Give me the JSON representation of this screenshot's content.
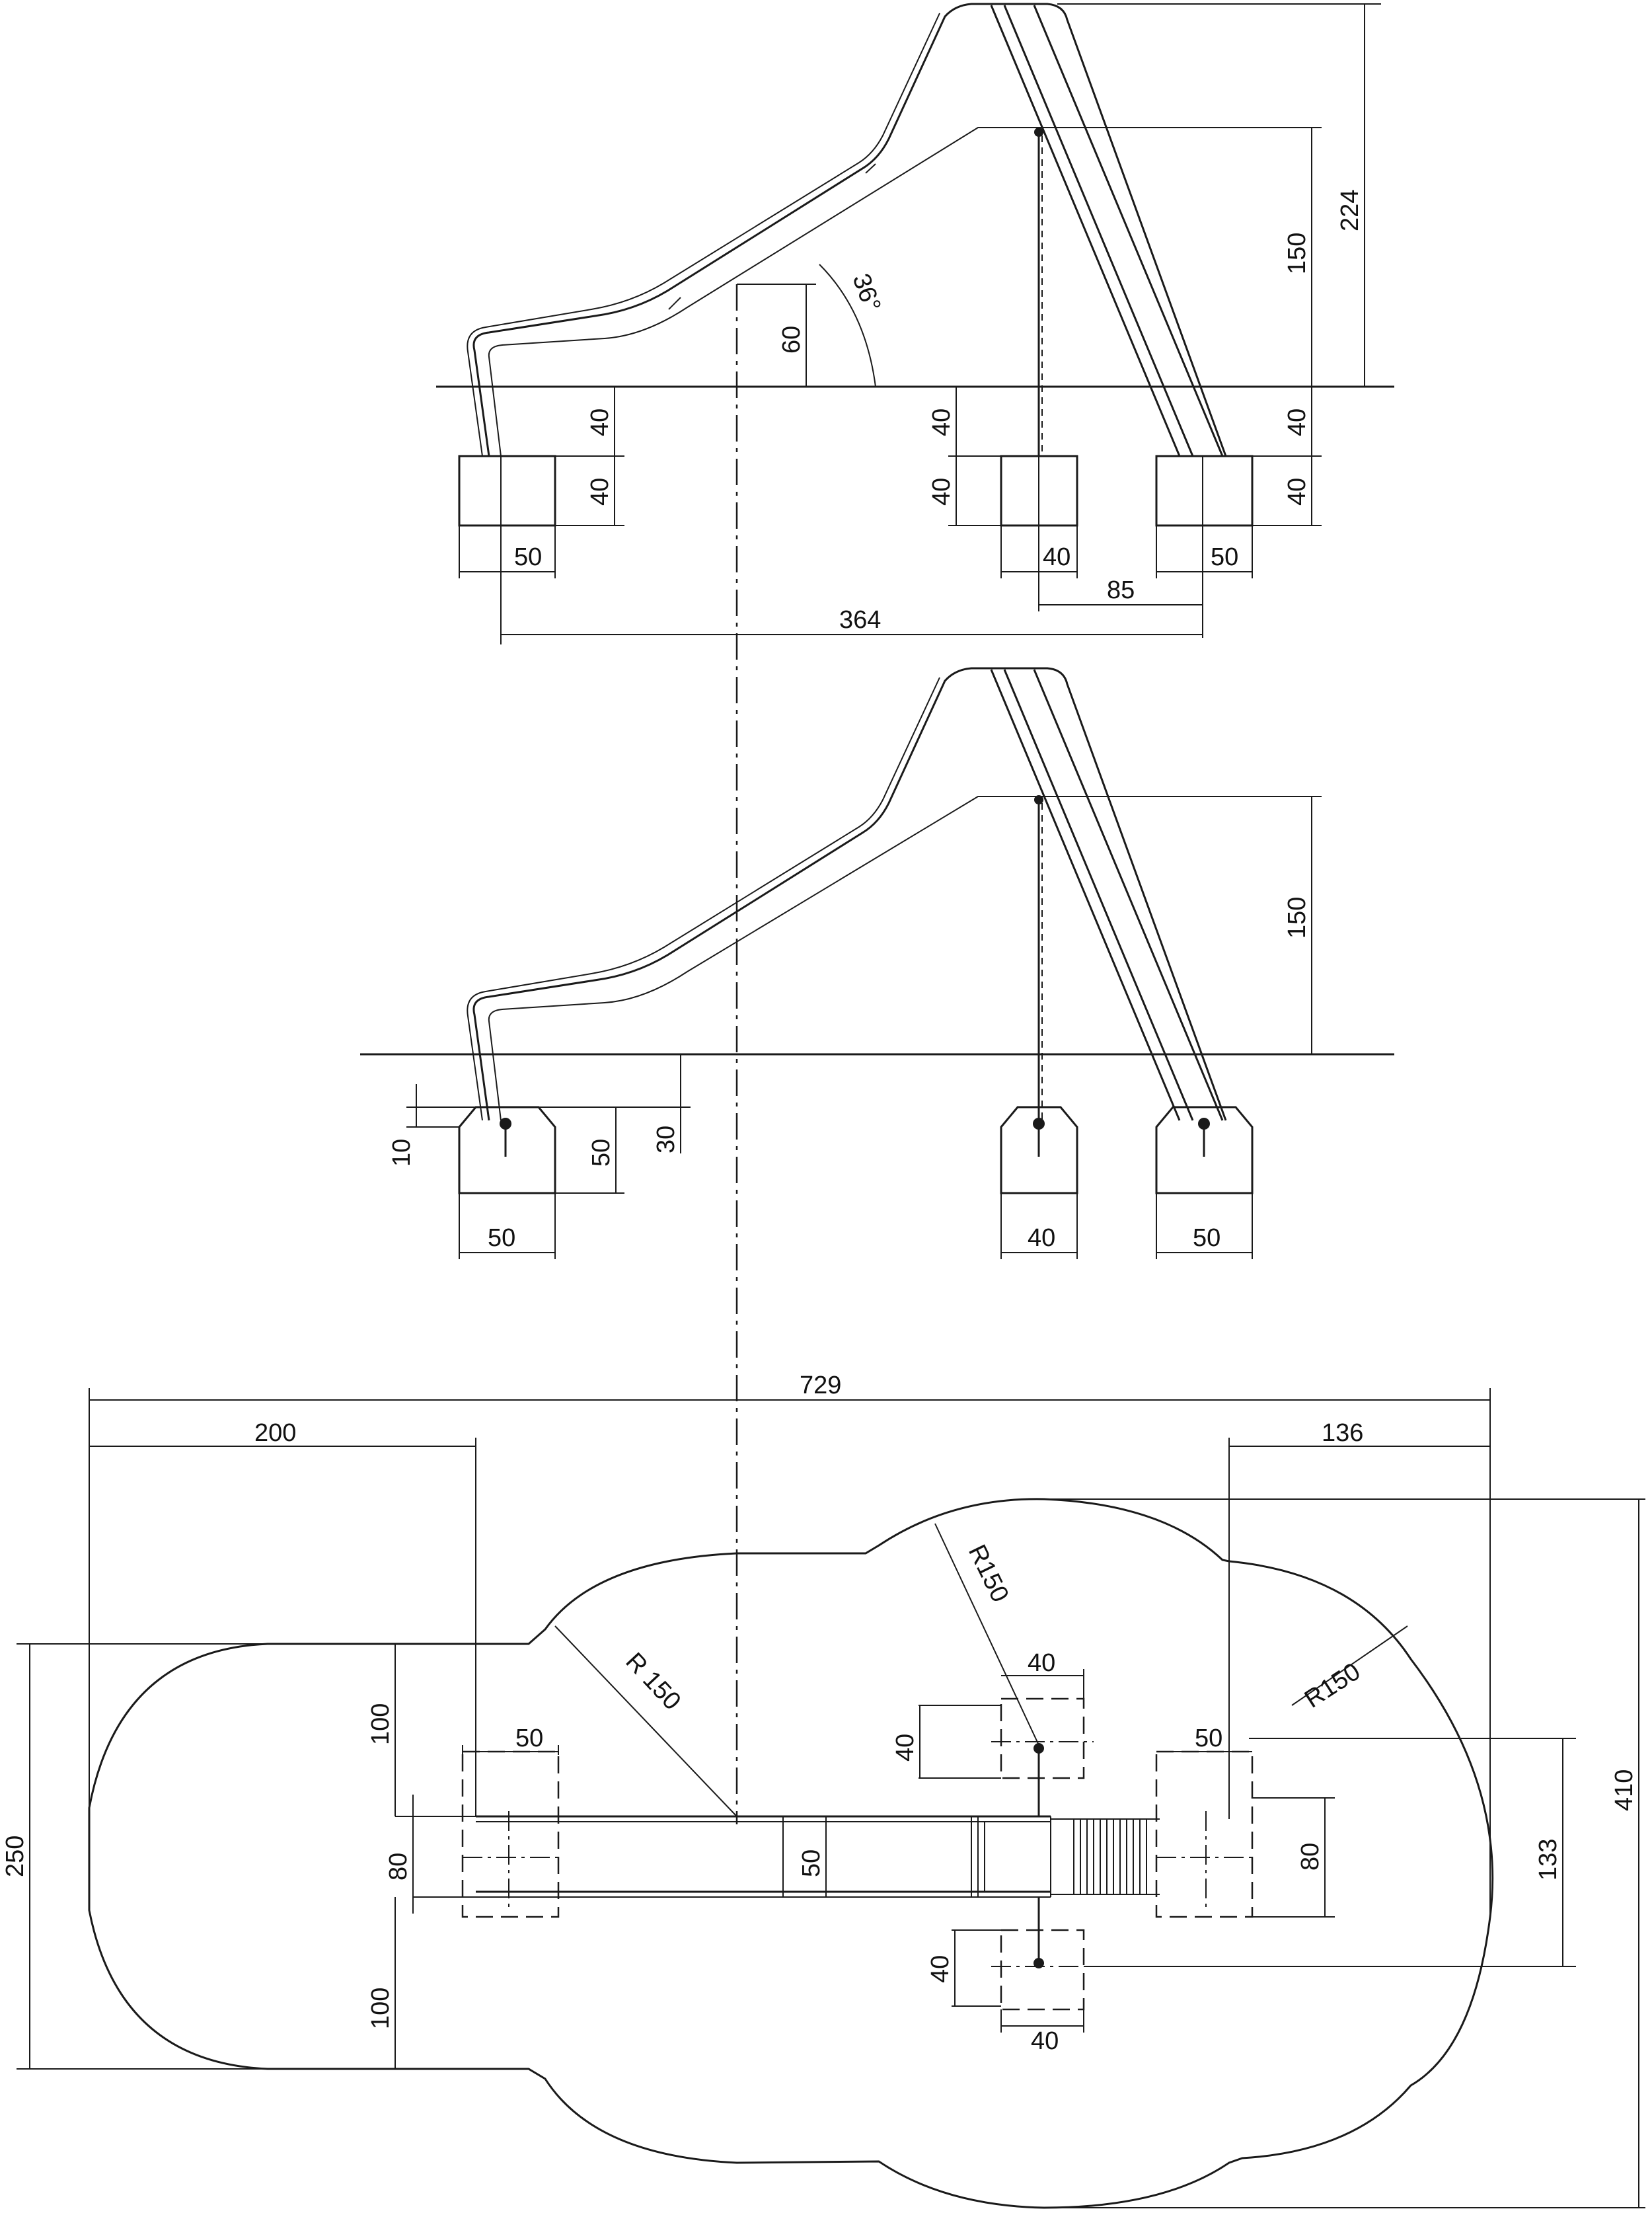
{
  "side_view_top": {
    "dims": {
      "overall_height": "224",
      "platform_height": "150",
      "ground_to_top_right": "40",
      "angle": "36°",
      "height_60": "60",
      "found_left_a": "40",
      "found_left_b": "40",
      "found_mid_a": "40",
      "found_mid_b": "40",
      "found_right_b": "40",
      "width_left": "50",
      "width_mid": "40",
      "width_right": "50",
      "spacing_85": "85",
      "span_364": "364"
    }
  },
  "side_view_bottom": {
    "dims": {
      "platform_height": "150",
      "depth_10": "10",
      "depth_50": "50",
      "depth_30": "30",
      "width_left": "50",
      "width_mid": "40",
      "width_right": "50"
    }
  },
  "plan_view": {
    "dims": {
      "overall_length": "729",
      "left_offset": "200",
      "right_offset": "136",
      "height_250": "250",
      "left_top_100": "100",
      "left_bottom_100": "100",
      "left_80": "80",
      "left_50": "50",
      "slide_width": "50",
      "radius_left": "R 150",
      "radius_top": "R150",
      "radius_right": "R150",
      "mid_top_w": "40",
      "mid_top_h": "40",
      "mid_bot_h": "40",
      "mid_bot_w": "40",
      "right_50": "50",
      "right_80": "80",
      "span_133": "133",
      "total_410": "410"
    }
  }
}
